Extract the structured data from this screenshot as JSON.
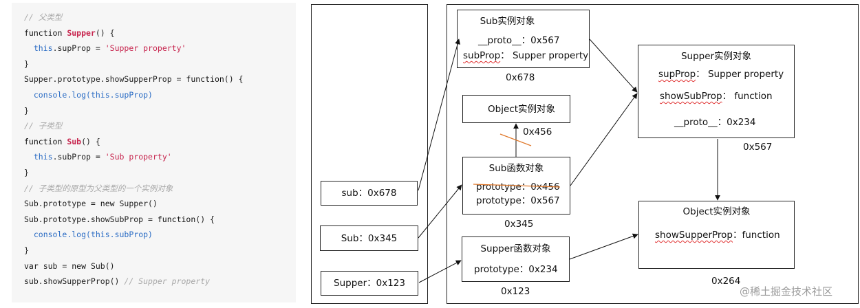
{
  "code": [
    [
      [
        "// 父类型",
        "cmt"
      ]
    ],
    [
      [
        "function ",
        "kw"
      ],
      [
        "Supper",
        "fn"
      ],
      [
        "() {",
        "pl"
      ]
    ],
    [
      [
        "  ",
        "pl"
      ],
      [
        "this",
        "this"
      ],
      [
        ".supProp = ",
        "pl"
      ],
      [
        "'Supper property'",
        "str"
      ]
    ],
    [
      [
        "}",
        "pl"
      ]
    ],
    [
      [
        "Supper.prototype.showSupperProp = ",
        "pl"
      ],
      [
        "function",
        "kw"
      ],
      [
        "() {",
        "pl"
      ]
    ],
    [
      [
        "  ",
        "pl"
      ],
      [
        "console.log(",
        "this"
      ],
      [
        "this",
        "this"
      ],
      [
        ".supProp)",
        "this"
      ]
    ],
    [
      [
        "}",
        "pl"
      ]
    ],
    [
      [
        "// 子类型",
        "cmt"
      ]
    ],
    [
      [
        "function ",
        "kw"
      ],
      [
        "Sub",
        "fn"
      ],
      [
        "() {",
        "pl"
      ]
    ],
    [
      [
        "  ",
        "pl"
      ],
      [
        "this",
        "this"
      ],
      [
        ".subProp = ",
        "pl"
      ],
      [
        "'Sub property'",
        "str"
      ]
    ],
    [
      [
        "}",
        "pl"
      ]
    ],
    [
      [
        "// 子类型的原型为父类型的一个实例对象",
        "cmt"
      ]
    ],
    [
      [
        "Sub.prototype = ",
        "pl"
      ],
      [
        "new ",
        "kw"
      ],
      [
        "Supper()",
        "pl"
      ]
    ],
    [
      [
        "Sub.prototype.showSubProp = ",
        "pl"
      ],
      [
        "function",
        "kw"
      ],
      [
        "() {",
        "pl"
      ]
    ],
    [
      [
        "  ",
        "pl"
      ],
      [
        "console.log(",
        "this"
      ],
      [
        "this",
        "this"
      ],
      [
        ".subProp)",
        "this"
      ]
    ],
    [
      [
        "}",
        "pl"
      ]
    ],
    [
      [
        "var ",
        "kw"
      ],
      [
        "sub = ",
        "pl"
      ],
      [
        "new ",
        "kw"
      ],
      [
        "Sub()",
        "pl"
      ]
    ],
    [
      [
        "sub.showSupperProp() ",
        "pl"
      ],
      [
        "// Supper property",
        "cmt"
      ]
    ]
  ],
  "stack": {
    "sub": "sub：0x678",
    "Sub": "Sub：0x345",
    "Supper": "Supper：0x123"
  },
  "heap": {
    "sub_instance": {
      "title": "Sub实例对象",
      "proto_label": "__proto__",
      "proto_value": "：0x567",
      "prop_label": "subProp",
      "prop_value": "：  Supper property",
      "address": "0x678"
    },
    "object_instance_top": {
      "title": "Object实例对象",
      "address": "0x456"
    },
    "sub_function": {
      "title": "Sub函数对象",
      "old_prototype": "prototype：0x456",
      "new_prototype": "prototype：0x567",
      "address": "0x345"
    },
    "supper_function": {
      "title": "Supper函数对象",
      "prototype": "prototype：0x234",
      "address": "0x123"
    },
    "supper_instance": {
      "title": "Supper实例对象",
      "prop_label": "supProp",
      "prop_value": "：  Supper property",
      "method_label": "showSubProp",
      "method_value": "：  function",
      "proto_label": "__proto__",
      "proto_value": "：0x234",
      "address": "0x567"
    },
    "object_instance_bottom": {
      "title": "Object实例对象",
      "method_label": "showSupperProp",
      "method_value": "：function",
      "address": "0x264"
    }
  },
  "watermark": "@稀土掘金技术社区",
  "colors": {
    "cross_out": "#e0782a",
    "wavy_underline": "#e03030",
    "code_bg": "#f6f6f6"
  }
}
